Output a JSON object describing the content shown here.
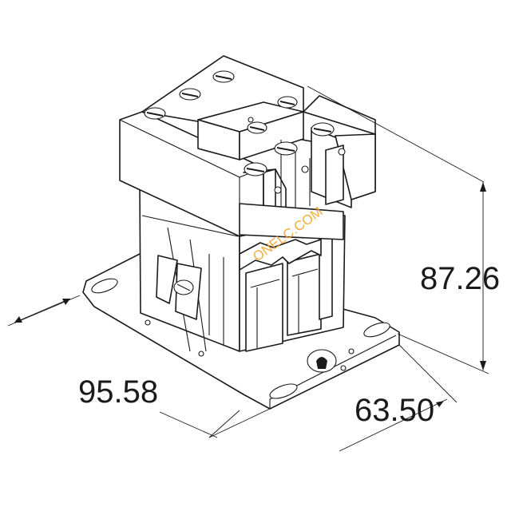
{
  "dimensions": {
    "width": "95.58",
    "depth": "63.50",
    "height": "87.26"
  },
  "watermark": "ONELC.COM",
  "colors": {
    "line": "#1a1a1a",
    "background": "#ffffff",
    "watermark": "#f0a020"
  }
}
